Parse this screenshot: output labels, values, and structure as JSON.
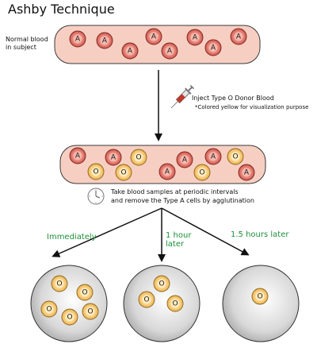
{
  "title": "Ashby Technique",
  "vessel1_label": [
    "Normal blood",
    "in subject"
  ],
  "inject_label": "Inject Type O Donor Blood",
  "inject_note": "*Colored yellow for visualization purpose",
  "sample_label": [
    "Take blood samples at periodic intervals",
    "and remove the Type A cells by agglutination"
  ],
  "times": [
    {
      "label": [
        "Immediately"
      ]
    },
    {
      "label": [
        "1 hour",
        "later"
      ]
    },
    {
      "label": [
        "1.5 hours later"
      ]
    }
  ],
  "cell_letters": {
    "a": "A",
    "o": "O"
  },
  "colors": {
    "vessel_fill": "#f7cfc2",
    "cell_a": "#d9534f",
    "cell_o": "#f5c66a",
    "green_text": "#1f8f3a"
  },
  "icons": [
    "syringe-icon",
    "clock-icon",
    "down-arrow-icon"
  ]
}
